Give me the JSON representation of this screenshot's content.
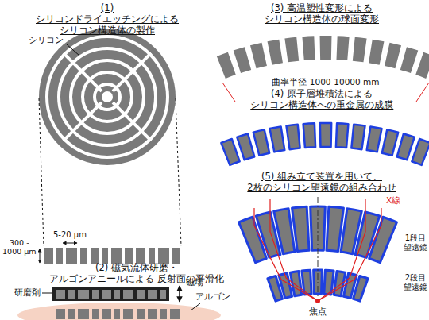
{
  "diagram": {
    "labels": [
      "(1) シリコンドライエッチングによる シリコン構造体の製作",
      "シリコン",
      "5-20 μm",
      "300 - 1000 μm",
      "(2) 磁気流体研磨・アルゴンアニールによる 反射面の平滑化",
      "研磨剤",
      "磁場",
      "アルゴン",
      "(3) 高温塑性変形による シリコン構造体の球面変形",
      "曲率半径 1000-10000 mm",
      "(4) 原子層堆積法による シリコン構造体への重金属の成膜",
      "(5) 組み立て装置を用いて、 2枚のシリコン望遠鏡の組み合わせ",
      "X線",
      "1段目 望遠鏡",
      "2段目 望遠鏡",
      "焦点"
    ]
  }
}
